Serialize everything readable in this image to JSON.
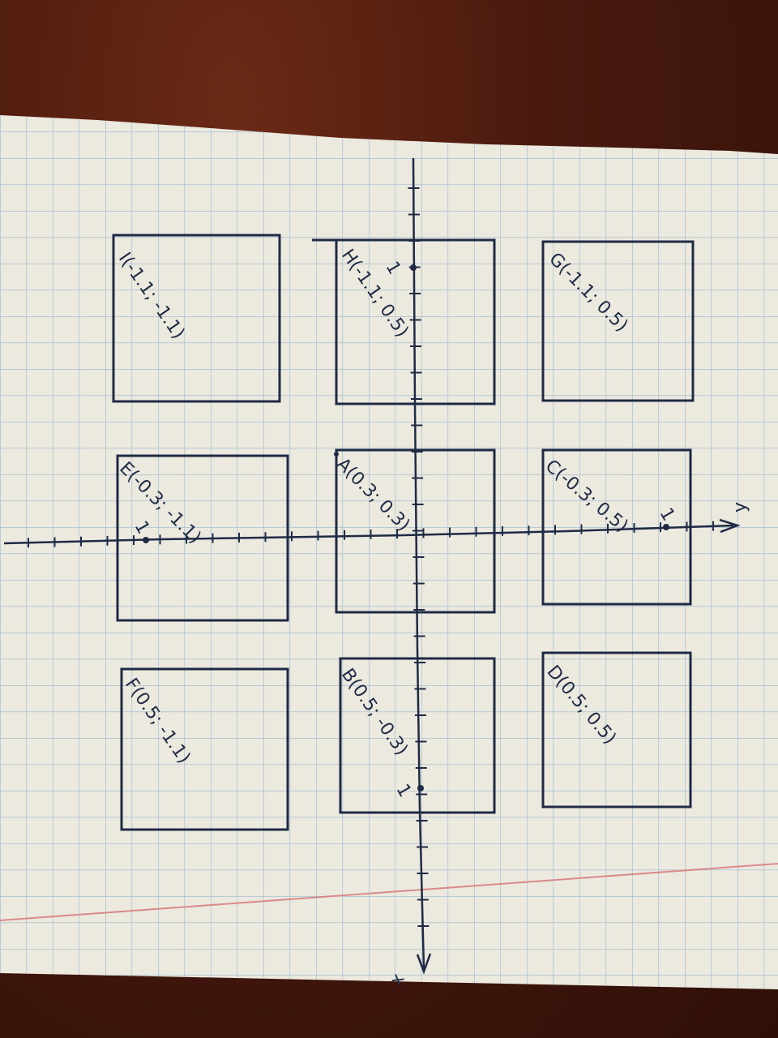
{
  "colors": {
    "ink": "#1f2a44",
    "paper": "#ece9df",
    "grid": "#8fb3c9",
    "margin_line": "#d98a8a",
    "table": "#4a1a0e"
  },
  "axes": {
    "horizontal_label": "y",
    "vertical_label": "x",
    "unit_h": "1",
    "unit_v_top": "1",
    "unit_v_bottom": "1",
    "unit_h_left": "1"
  },
  "boxes": [
    {
      "id": "I",
      "label": "I(-1.1; -1.1)"
    },
    {
      "id": "H",
      "label": "H(-1.1; 0.5)"
    },
    {
      "id": "G",
      "label": "G(-1.1; 0.5)"
    },
    {
      "id": "E",
      "label": "E(-0.3; -1.1)"
    },
    {
      "id": "A",
      "label": "A(0.3; 0.3)"
    },
    {
      "id": "C",
      "label": "C(-0.3; 0.5)"
    },
    {
      "id": "F",
      "label": "F(0.5; -1.1)"
    },
    {
      "id": "B",
      "label": "B(0.5; -0.3)"
    },
    {
      "id": "D",
      "label": "D(0.5; 0.5)"
    }
  ]
}
